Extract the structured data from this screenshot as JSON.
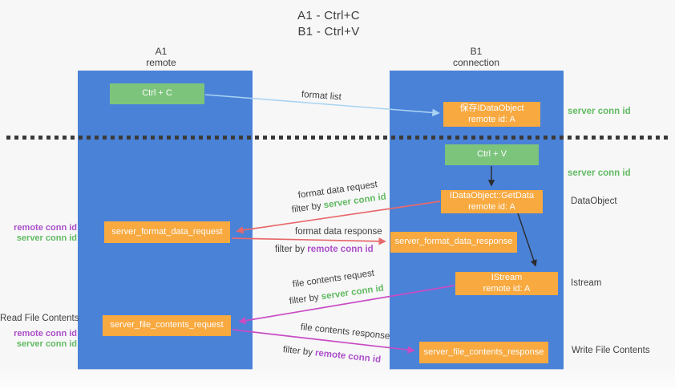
{
  "title": {
    "line1": "A1 - Ctrl+C",
    "line2": "B1 - Ctrl+V"
  },
  "columns": {
    "left": {
      "name": "A1",
      "subtitle": "remote"
    },
    "right": {
      "name": "B1",
      "subtitle": "connection"
    }
  },
  "boxes": {
    "ctrl_c": {
      "label": "Ctrl + C"
    },
    "ctrl_v": {
      "label": "Ctrl + V"
    },
    "save_dataobject": {
      "line1": "保存IDataObject",
      "line2": "remote id: A"
    },
    "getdata": {
      "line1": "IDataObject::GetData",
      "line2": "remote id: A"
    },
    "istream": {
      "line1": "IStream",
      "line2": "remote id: A"
    },
    "format_request": {
      "label": "server_format_data_request"
    },
    "format_response": {
      "label": "server_format_data_response"
    },
    "file_request": {
      "label": "server_file_contents_request"
    },
    "file_response": {
      "label": "server_file_contents_response"
    }
  },
  "flow": {
    "format_list": "format list",
    "format_data_request": "format data request",
    "format_data_response": "format data response",
    "file_contents_request": "file contents request",
    "file_contents_response": "file contents response",
    "filter_prefix": "filter by ",
    "server_conn_id": "server conn id",
    "remote_conn_id": "remote conn id"
  },
  "side": {
    "remote_conn_id": "remote conn id",
    "server_conn_id": "server conn id",
    "read_file_contents": "Read File Contents",
    "write_file_contents": "Write File Contents",
    "dataobject": "DataObject",
    "istream": "Istream"
  },
  "colors": {
    "column_blue": "#4a82d8",
    "box_green": "#7cc47c",
    "box_orange": "#f8a93f",
    "text_green": "#62bb62",
    "text_purple": "#ab4fc8",
    "arrow_red": "#e8696b",
    "arrow_magenta": "#c94cc3",
    "arrow_light_blue": "#a9d3f2",
    "arrow_black": "#2b2b2b",
    "dotted_line": "#3a3a3a"
  }
}
